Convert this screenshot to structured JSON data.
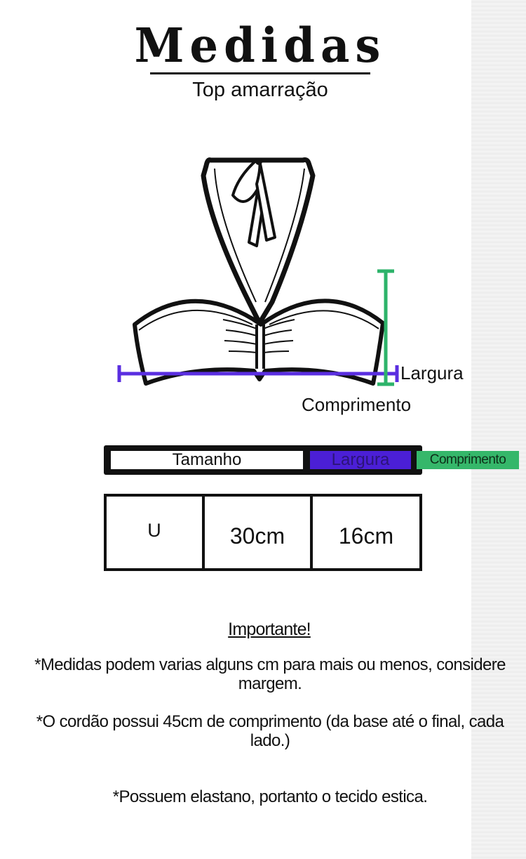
{
  "title": "Medidas",
  "subtitle": "Top amarração",
  "diagram": {
    "width_label": "Largura",
    "length_label": "Comprimento",
    "colors": {
      "width_line": "#5a2ee0",
      "length_line": "#2db36a",
      "outline": "#111111"
    }
  },
  "table": {
    "headers": {
      "size": "Tamanho",
      "width": "Largura",
      "length": "Comprimento"
    },
    "header_colors": {
      "width": "#4b1fd6",
      "length": "#35b76a"
    },
    "row": {
      "size": "U",
      "width": "30cm",
      "length": "16cm"
    }
  },
  "notes": {
    "heading": "Importante!",
    "note1": "*Medidas podem varias alguns cm para mais ou menos, considere margem.",
    "note2": "*O cordão possui 45cm de comprimento (da base até o final, cada lado.)",
    "note3": "*Possuem elastano, portanto o tecido estica."
  }
}
